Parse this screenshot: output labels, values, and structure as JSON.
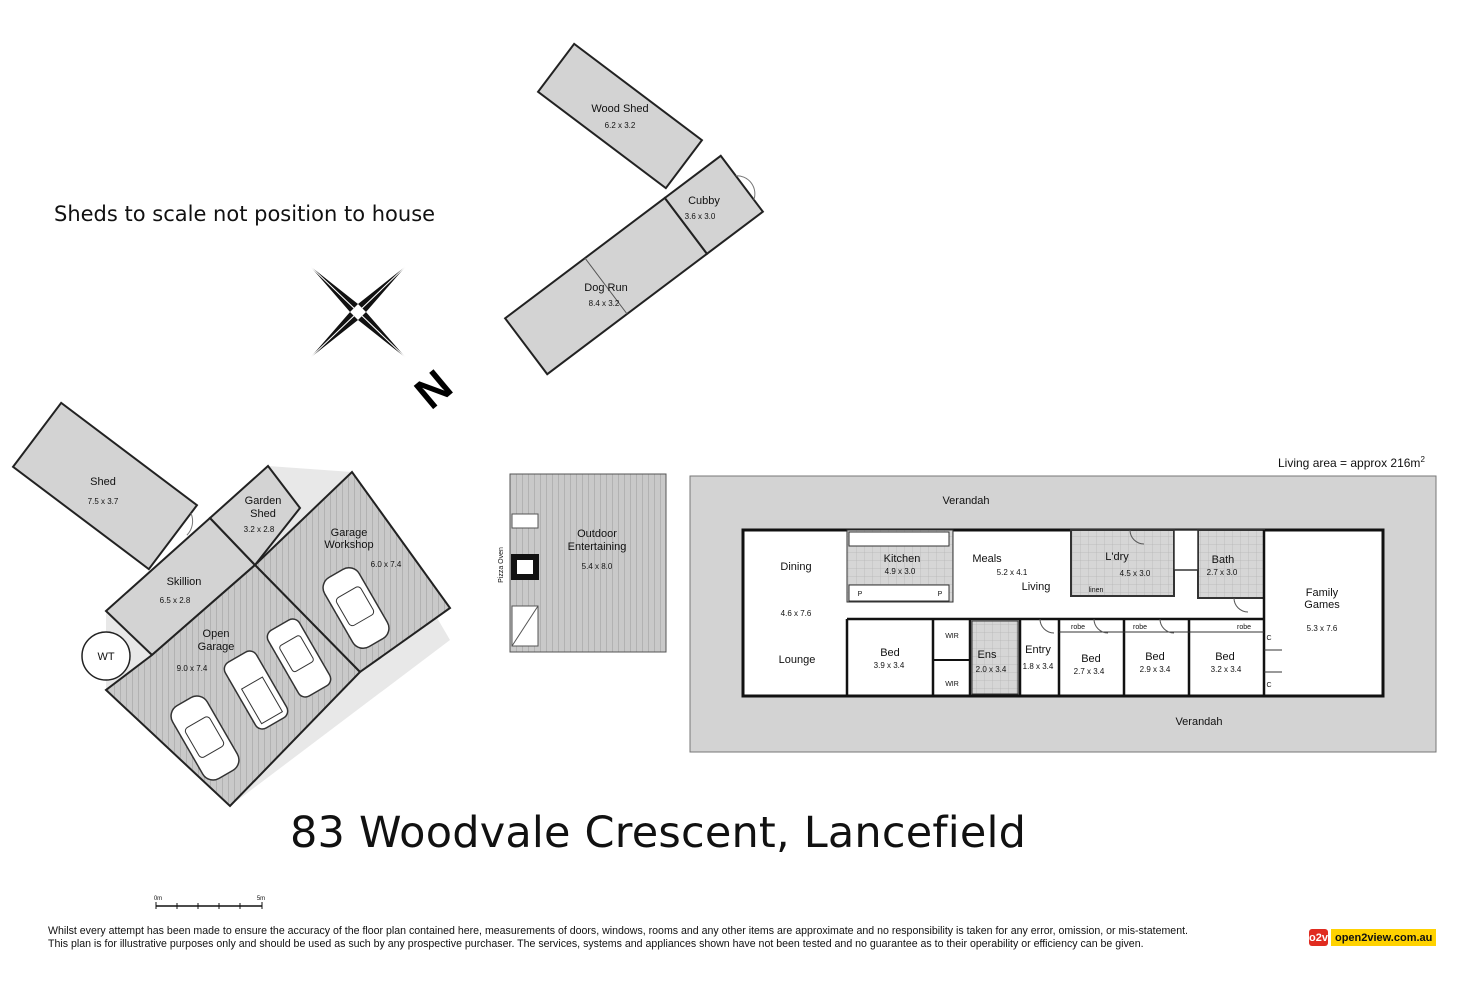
{
  "note": "Sheds to scale not position to house",
  "address": "83 Woodvale Crescent, Lancefield",
  "living_area": "Living area = approx 216m",
  "living_area_unit": "2",
  "compass_label": "N",
  "scale_bar": {
    "start": "0m",
    "end": "5m"
  },
  "disclaimer": {
    "line1": "Whilst every attempt has been made to ensure the accuracy of the floor plan contained here, measurements of doors, windows, rooms and any other items are approximate and no responsibility is taken for any error, omission, or mis-statement.",
    "line2": "This plan is for illustrative purposes only and should be used as such by any prospective purchaser. The services, systems and appliances shown have not been tested and no guarantee as to their operability or efficiency can be given."
  },
  "logo": {
    "mark": "o2v",
    "text": "open2view.com.au"
  },
  "sheds": {
    "wood_shed": {
      "name": "Wood Shed",
      "dim": "6.2 x 3.2"
    },
    "cubby": {
      "name": "Cubby",
      "dim": "3.6 x 3.0"
    },
    "dog_run": {
      "name": "Dog Run",
      "dim": "8.4 x 3.2"
    },
    "shed": {
      "name": "Shed",
      "dim": "7.5 x 3.7"
    },
    "garden_shed": {
      "name1": "Garden",
      "name2": "Shed",
      "dim": "3.2 x 2.8"
    },
    "garage_workshop": {
      "name1": "Garage",
      "name2": "Workshop",
      "dim": "6.0 x 7.4"
    },
    "skillion": {
      "name": "Skillion",
      "dim": "6.5 x 2.8"
    },
    "open_garage": {
      "name1": "Open",
      "name2": "Garage",
      "dim": "9.0 x 7.4"
    },
    "wt": "WT"
  },
  "outdoor": {
    "name1": "Outdoor",
    "name2": "Entertaining",
    "dim": "5.4 x 8.0",
    "pizza_oven": "Pizza Oven"
  },
  "house": {
    "verandah_top": "Verandah",
    "verandah_bottom": "Verandah",
    "dining": "Dining",
    "dining_dim": "4.6 x 7.6",
    "lounge": "Lounge",
    "kitchen": {
      "name": "Kitchen",
      "dim": "4.9 x 3.0"
    },
    "meals": {
      "name": "Meals",
      "dim": "5.2 x 4.1"
    },
    "living": "Living",
    "ldry": {
      "name": "L'dry",
      "dim": "4.5 x 3.0",
      "linen": "linen"
    },
    "bath": {
      "name": "Bath",
      "dim": "2.7 x 3.0"
    },
    "family": {
      "name1": "Family",
      "name2": "Games",
      "dim": "5.3 x 7.6"
    },
    "bed1": {
      "name": "Bed",
      "dim": "3.9 x 3.4"
    },
    "wir1": "WIR",
    "wir2": "WIR",
    "ens": {
      "name": "Ens",
      "dim": "2.0 x 3.4"
    },
    "entry": {
      "name": "Entry",
      "dim": "1.8 x 3.4"
    },
    "bed2": {
      "name": "Bed",
      "dim": "2.7 x 3.4",
      "robe": "robe"
    },
    "bed3": {
      "name": "Bed",
      "dim": "2.9 x 3.4",
      "robe": "robe"
    },
    "bed4": {
      "name": "Bed",
      "dim": "3.2 x 3.4",
      "robe": "robe"
    },
    "pantry1": "P",
    "pantry2": "P",
    "cupboard1": "C",
    "cupboard2": "C"
  }
}
